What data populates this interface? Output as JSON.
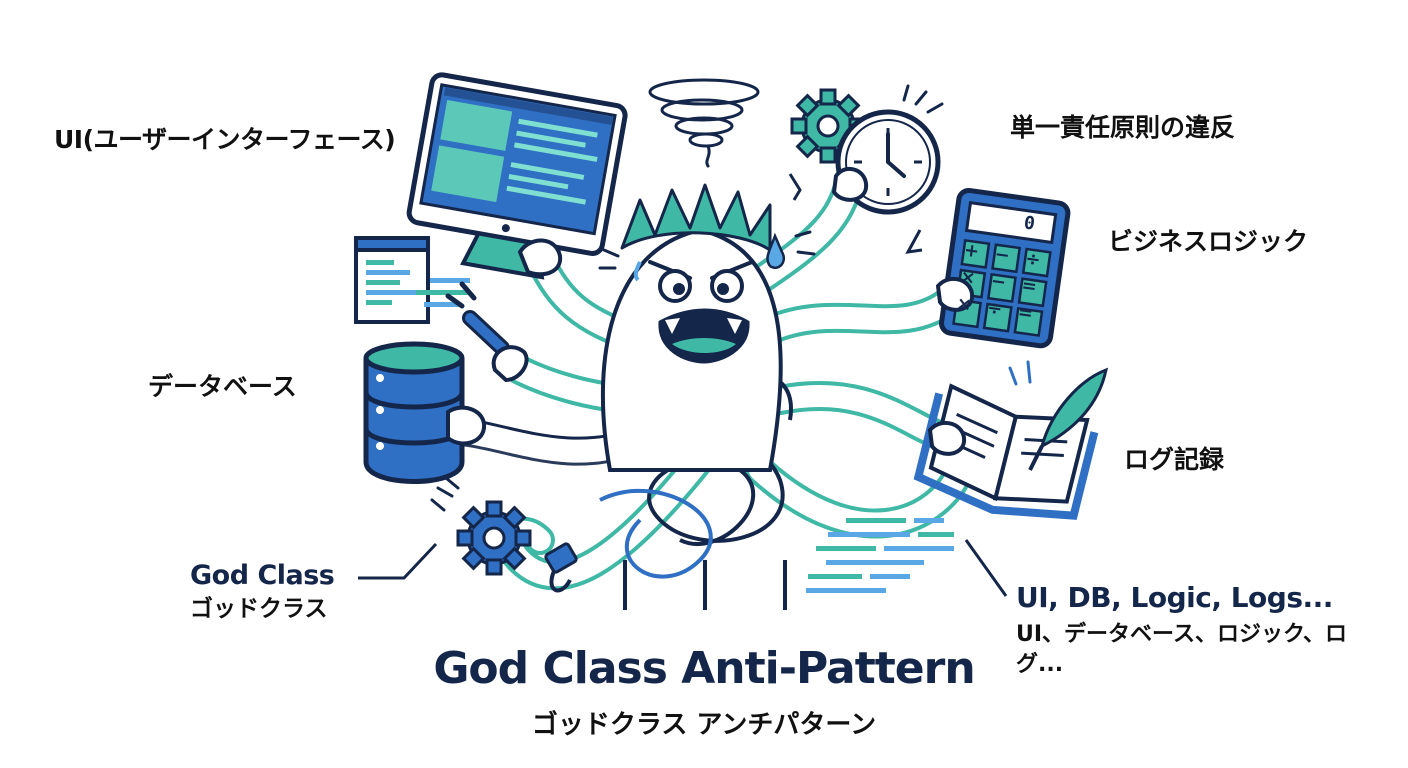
{
  "labels": {
    "ui": "UI(ユーザーインターフェース)",
    "srp": "単一責任原則の違反",
    "business_logic": "ビジネスロジック",
    "database": "データベース",
    "logging": "ログ記録",
    "god_class_en": "God Class",
    "god_class_jp": "ゴッドクラス",
    "mixed_en": "UI, DB, Logic, Logs...",
    "mixed_jp": "UI、データベース、ロジック、ログ..."
  },
  "title": {
    "en": "God Class Anti-Pattern",
    "jp": "ゴッドクラス アンチパターン"
  },
  "calculator": {
    "display": "0",
    "keys": [
      "+",
      "−",
      "÷",
      "×",
      "−",
      "=",
      "×",
      "÷",
      "="
    ]
  },
  "colors": {
    "navy": "#14264a",
    "teal": "#3fb8a6",
    "blue": "#2f6fc4",
    "light_blue": "#5aa7e6"
  },
  "icons": [
    "monitor-icon",
    "code-window-icon",
    "plug-icon",
    "database-icon",
    "gear-icon",
    "clock-icon",
    "calculator-icon",
    "book-icon",
    "quill-icon",
    "tornado-icon",
    "sweat-drop-icon"
  ]
}
